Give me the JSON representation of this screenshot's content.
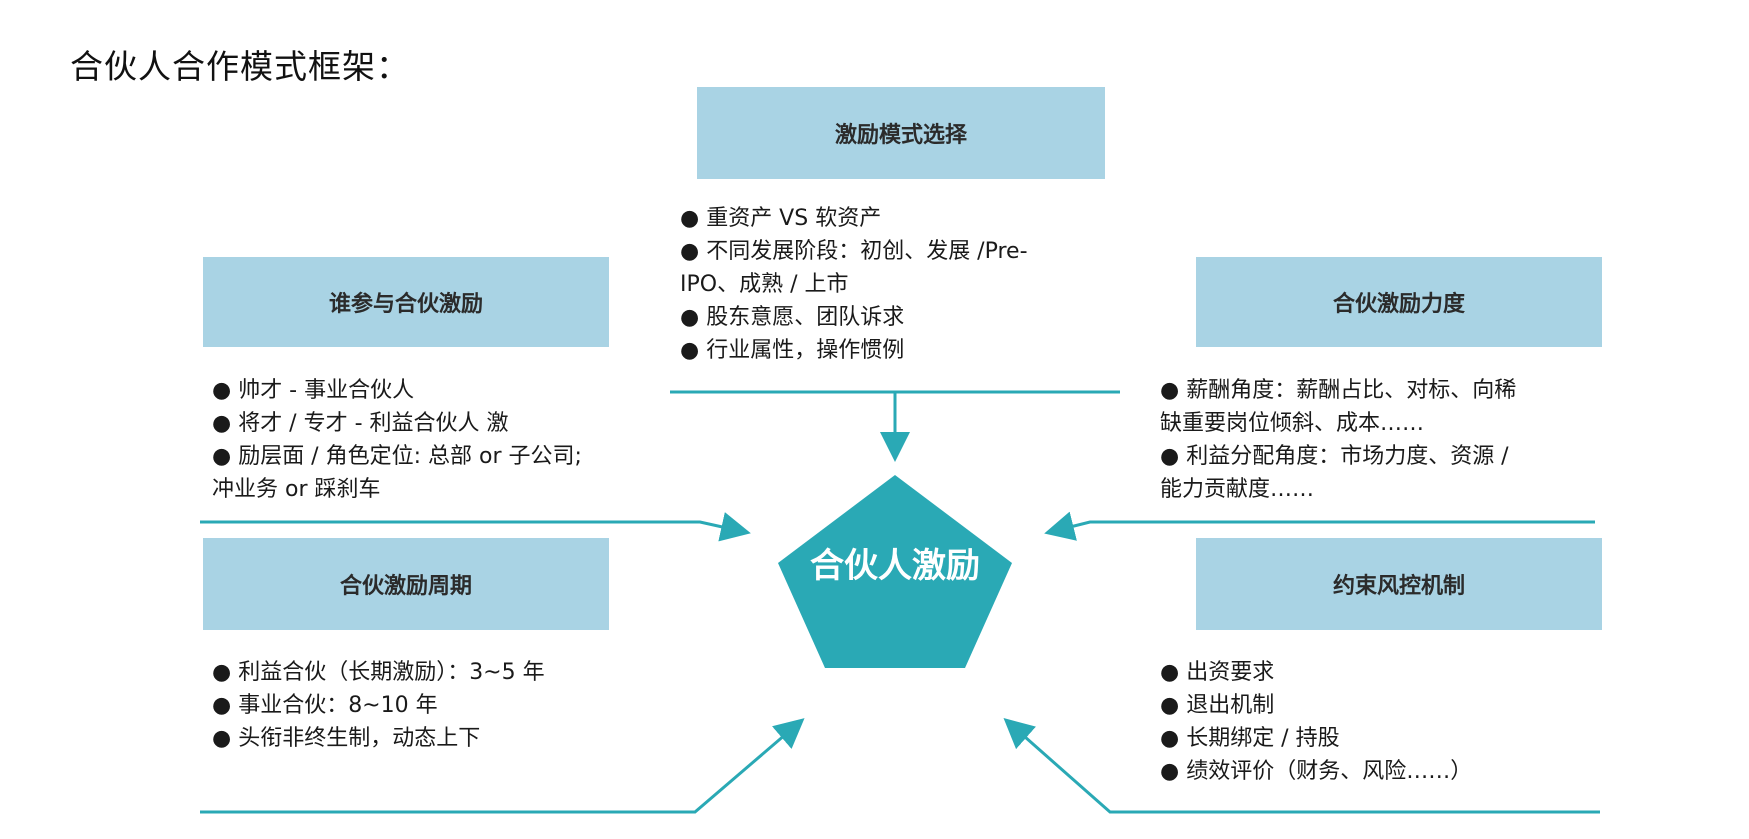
{
  "title": "合伙人合作模式框架：",
  "center": {
    "label": "合伙人激励",
    "color": "#2aa9b5"
  },
  "colors": {
    "box": "#a9d3e4",
    "line": "#2aa9b5"
  },
  "top": {
    "label": "激励模式选择",
    "items": [
      "● 重资产 VS 软资产",
      "● 不同发展阶段：初创、发展 /Pre-",
      "IPO、成熟 / 上市",
      "● 股东意愿、团队诉求",
      "● 行业属性，操作惯例"
    ]
  },
  "top_left": {
    "label": "谁参与合伙激励",
    "items": [
      "● 帅才 - 事业合伙人",
      "● 将才 / 专才 - 利益合伙人 激",
      "● 励层面 / 角色定位: 总部 or 子公司;",
      "冲业务 or 踩刹车"
    ]
  },
  "top_right": {
    "label": "合伙激励力度",
    "items": [
      "● 薪酬角度：薪酬占比、对标、向稀",
      "缺重要岗位倾斜、成本……",
      "● 利益分配角度：市场力度、资源 /",
      "能力贡献度……"
    ]
  },
  "bottom_left": {
    "label": "合伙激励周期",
    "items": [
      "● 利益合伙（长期激励）：3~5 年",
      "● 事业合伙：8~10 年",
      "● 头衔非终生制，动态上下"
    ]
  },
  "bottom_right": {
    "label": "约束风控机制",
    "items": [
      "● 出资要求",
      "● 退出机制",
      "● 长期绑定 / 持股",
      "● 绩效评价（财务、风险……）"
    ]
  }
}
